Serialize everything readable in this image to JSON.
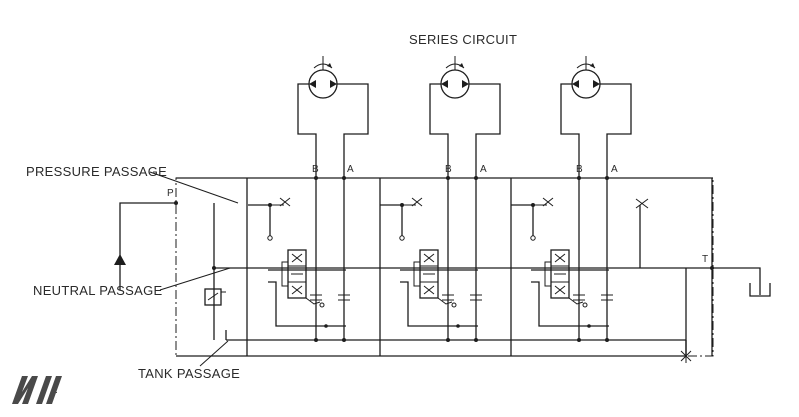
{
  "title": "SERIES CIRCUIT",
  "labels": {
    "pressure_passage": "PRESSURE PASSAGE",
    "neutral_passage": "NEUTRAL PASSAGE",
    "tank_passage": "TANK PASSAGE"
  },
  "ports": {
    "pressure": "P",
    "tank": "T",
    "work_b": "B",
    "work_a": "A"
  },
  "valve_sections": [
    {
      "section": 1,
      "motor": "hydraulic-motor",
      "ports": [
        "B",
        "A"
      ]
    },
    {
      "section": 2,
      "motor": "hydraulic-motor",
      "ports": [
        "B",
        "A"
      ]
    },
    {
      "section": 3,
      "motor": "hydraulic-motor",
      "ports": [
        "B",
        "A"
      ]
    }
  ],
  "logo": "Mi",
  "colors": {
    "line": "#1d1d1d",
    "text": "#2a2a2a",
    "logo": "#4a4a4a",
    "background": "#ffffff"
  }
}
